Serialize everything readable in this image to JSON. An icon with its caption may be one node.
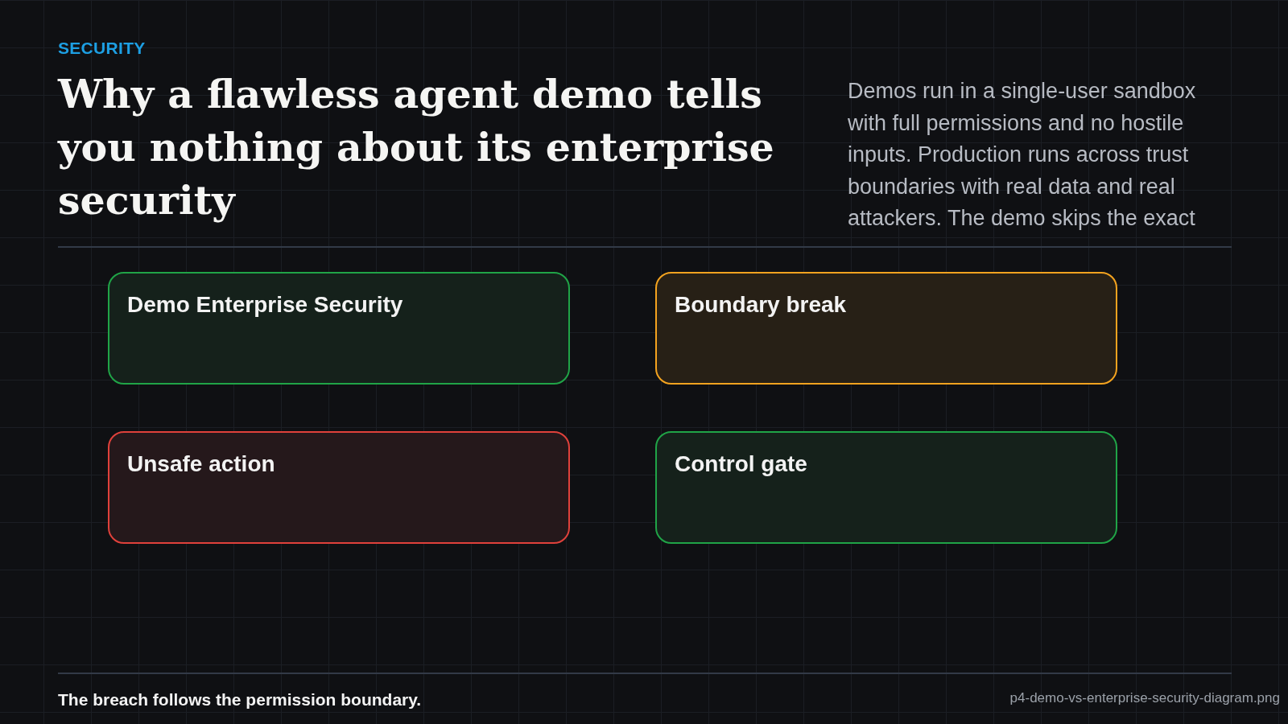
{
  "diagram": {
    "title": "Why a flawless agent demo tells you nothing about its enterprise security",
    "caption": "The breach follows the permission boundary.",
    "nodes": [
      {
        "text": [
          "Demo Enterprise Security"
        ]
      },
      {
        "text": [
          "Boundary break"
        ]
      },
      {
        "text": [
          "Unsafe action"
        ]
      },
      {
        "text": [
          "Control gate"
        ]
      }
    ],
    "labels": [
      "SECURITY",
      "Demos run in a single-user sandbox with full permissions and no hostile inputs. Production runs across trust boundaries with real data and real attackers. The demo skips the exact",
      "p4-demo-vs-enterprise-security-diagram.png"
    ]
  }
}
